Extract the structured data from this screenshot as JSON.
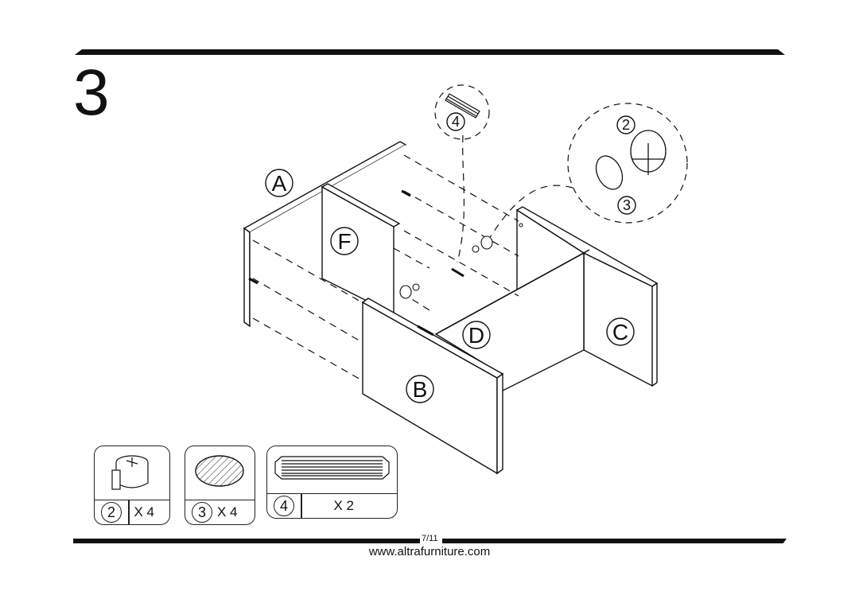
{
  "step": {
    "number": "3"
  },
  "panels": {
    "a": "A",
    "b": "B",
    "c": "C",
    "d": "D",
    "f": "F"
  },
  "callouts": {
    "dowel": "4",
    "cam_lock": "2",
    "cover_cap": "3"
  },
  "hardware": [
    {
      "part": "2",
      "quantity": "X 4",
      "icon": "cam-lock-icon"
    },
    {
      "part": "3",
      "quantity": "X 4",
      "icon": "cover-cap-icon"
    },
    {
      "part": "4",
      "quantity": "X 2",
      "icon": "dowel-icon"
    }
  ],
  "footer": {
    "page": "7/11",
    "website": "www.altrafurniture.com"
  }
}
